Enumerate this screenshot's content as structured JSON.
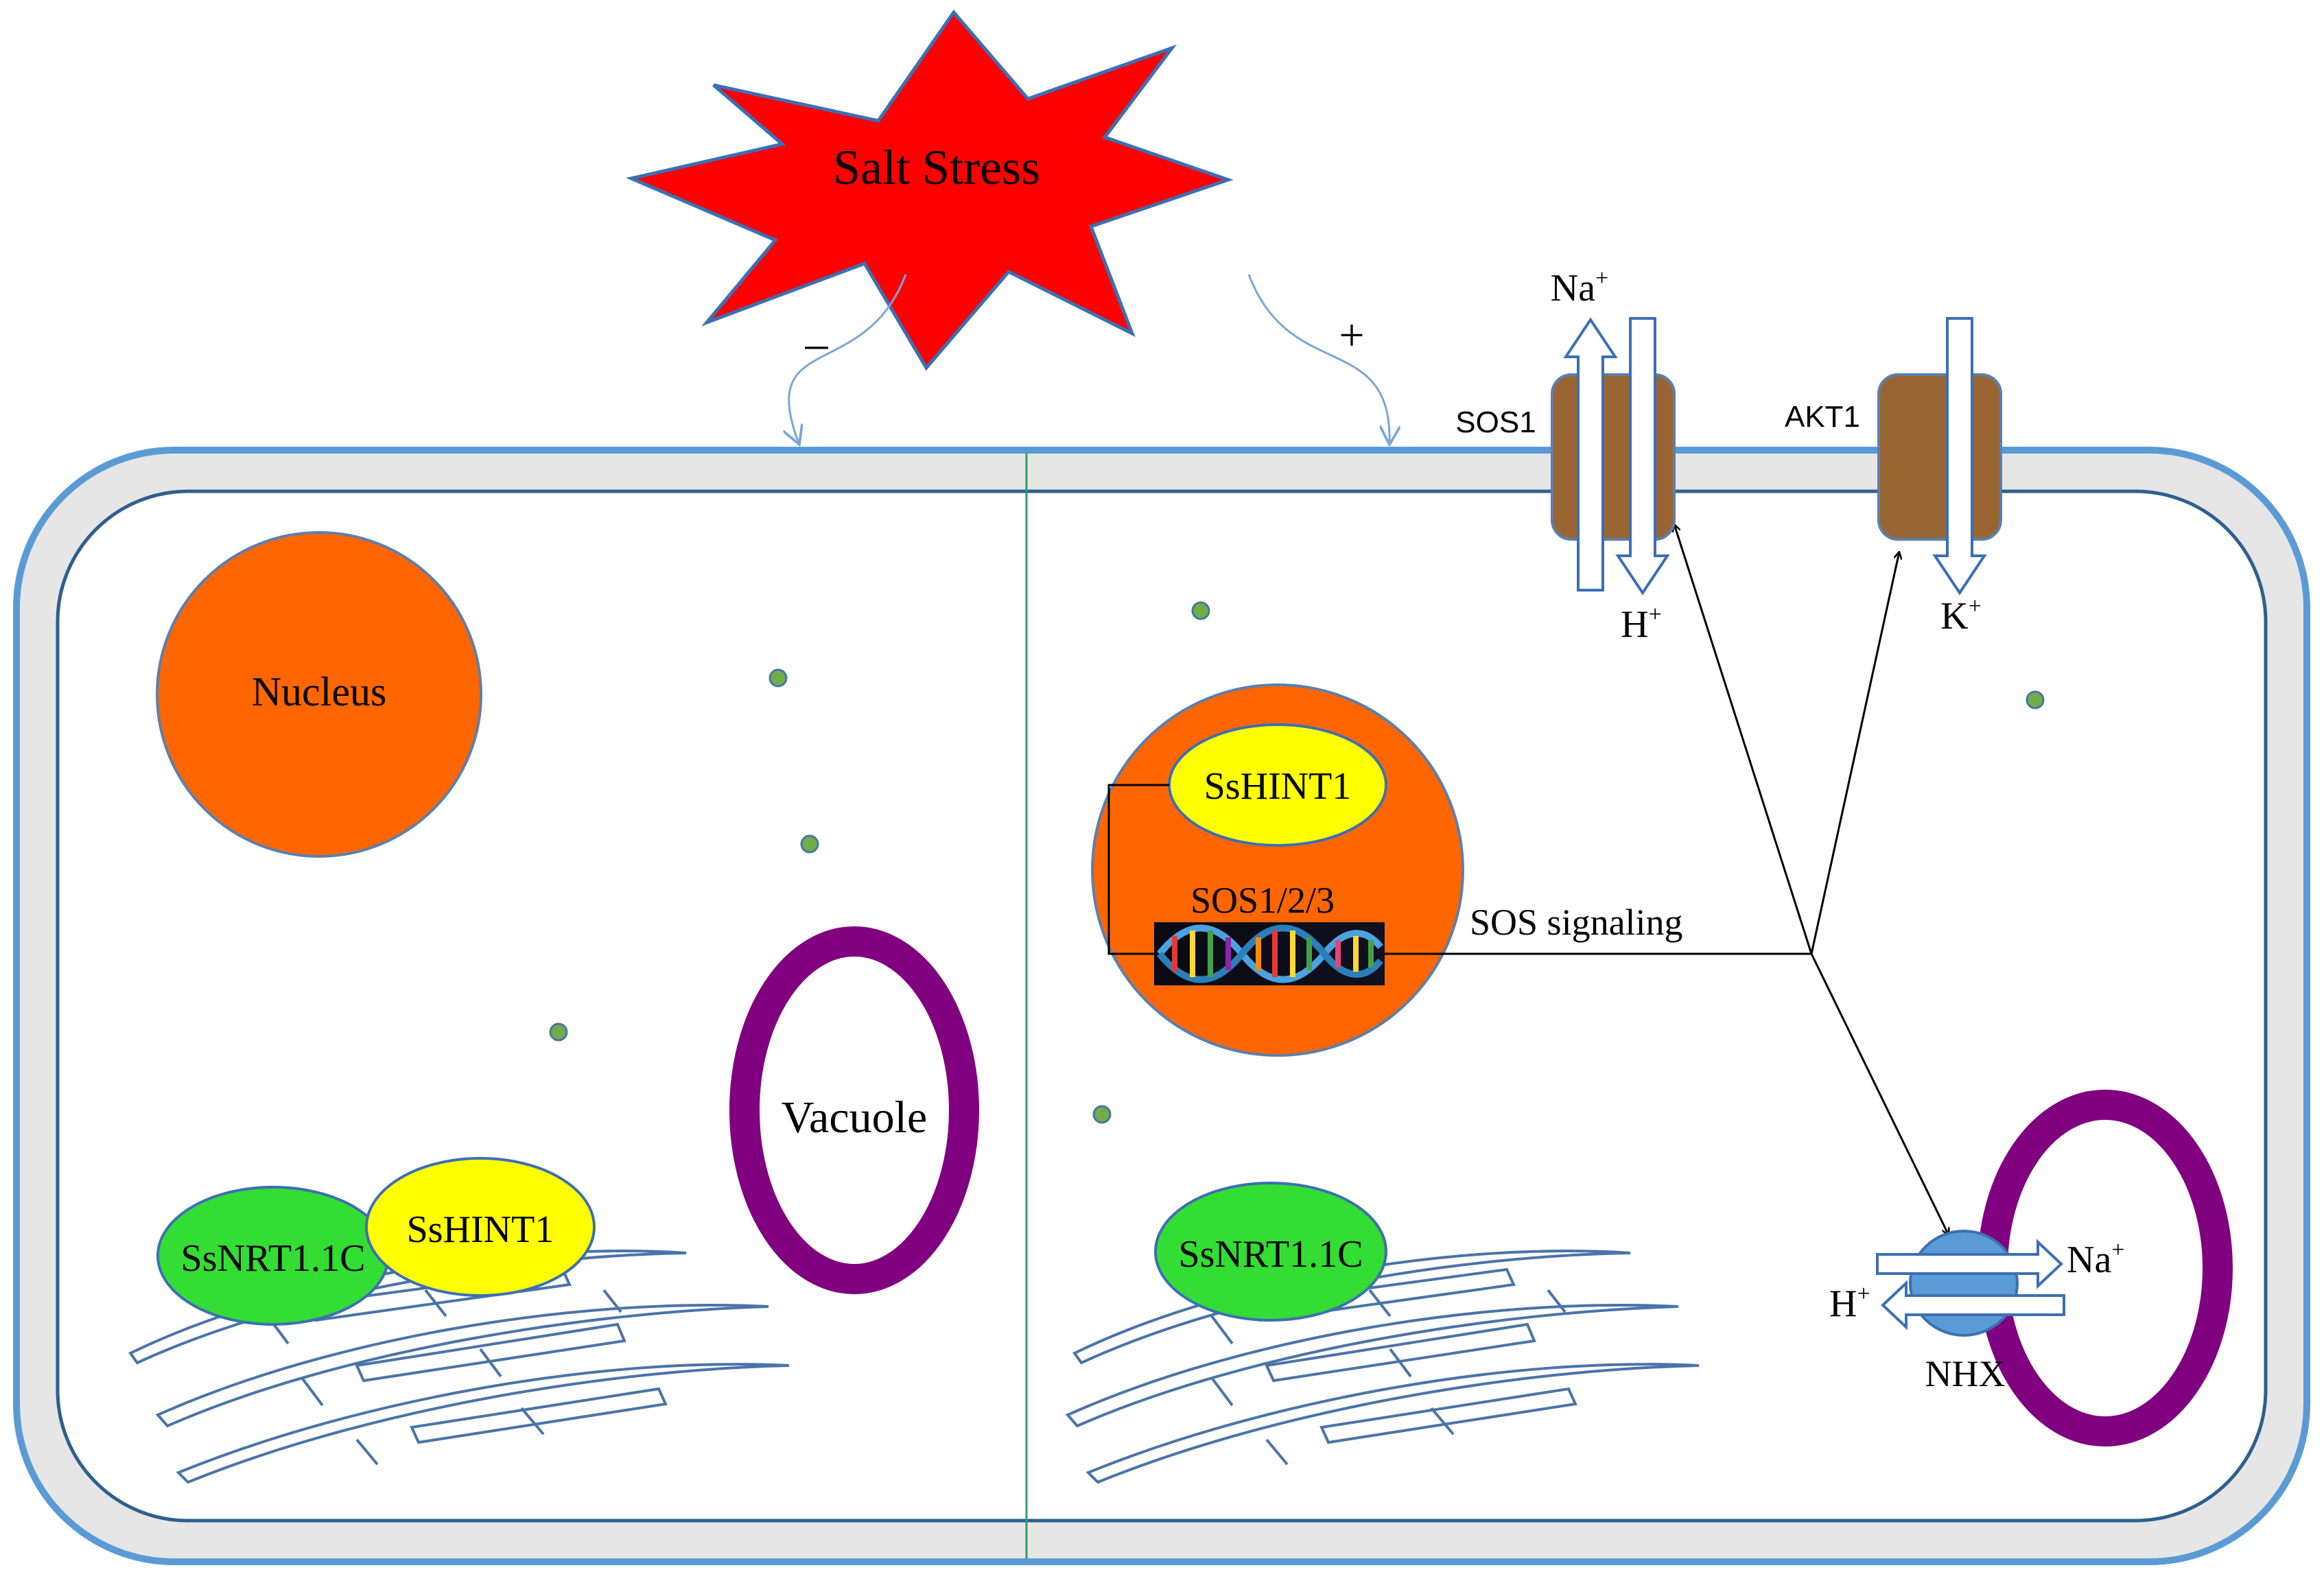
{
  "stress": {
    "label": "Salt Stress",
    "fill": "#ff0000",
    "stroke": "#3c6fb5"
  },
  "signs": {
    "left": "–",
    "right": "+"
  },
  "left_cell": {
    "nucleus": "Nucleus",
    "vacuole": "Vacuole",
    "ssnrt": "SsNRT1.1C",
    "sshint": "SsHINT1"
  },
  "right_cell": {
    "sshint": "SsHINT1",
    "sos_genes": "SOS1/2/3",
    "sos_signaling": "SOS signaling",
    "ssnrt": "SsNRT1.1C"
  },
  "transporters": {
    "sos1": {
      "name": "SOS1",
      "out_ion": "Na",
      "in_ion": "H",
      "charge": "+"
    },
    "akt1": {
      "name": "AKT1",
      "in_ion": "K",
      "charge": "+"
    },
    "nhx": {
      "name": "NHX",
      "right_ion": "Na",
      "left_ion": "H",
      "charge": "+"
    }
  },
  "colors": {
    "cell_wall": "#e6e6e6",
    "membrane": "#5b9bd5",
    "nucleus": "#ff6600",
    "hint": "#ffff00",
    "nrt": "#33dd33",
    "vacuole": "#800080",
    "channel": "#996633",
    "nhx": "#5b9bd5",
    "dot": "#70ad47",
    "divider": "#2e9e6e"
  }
}
